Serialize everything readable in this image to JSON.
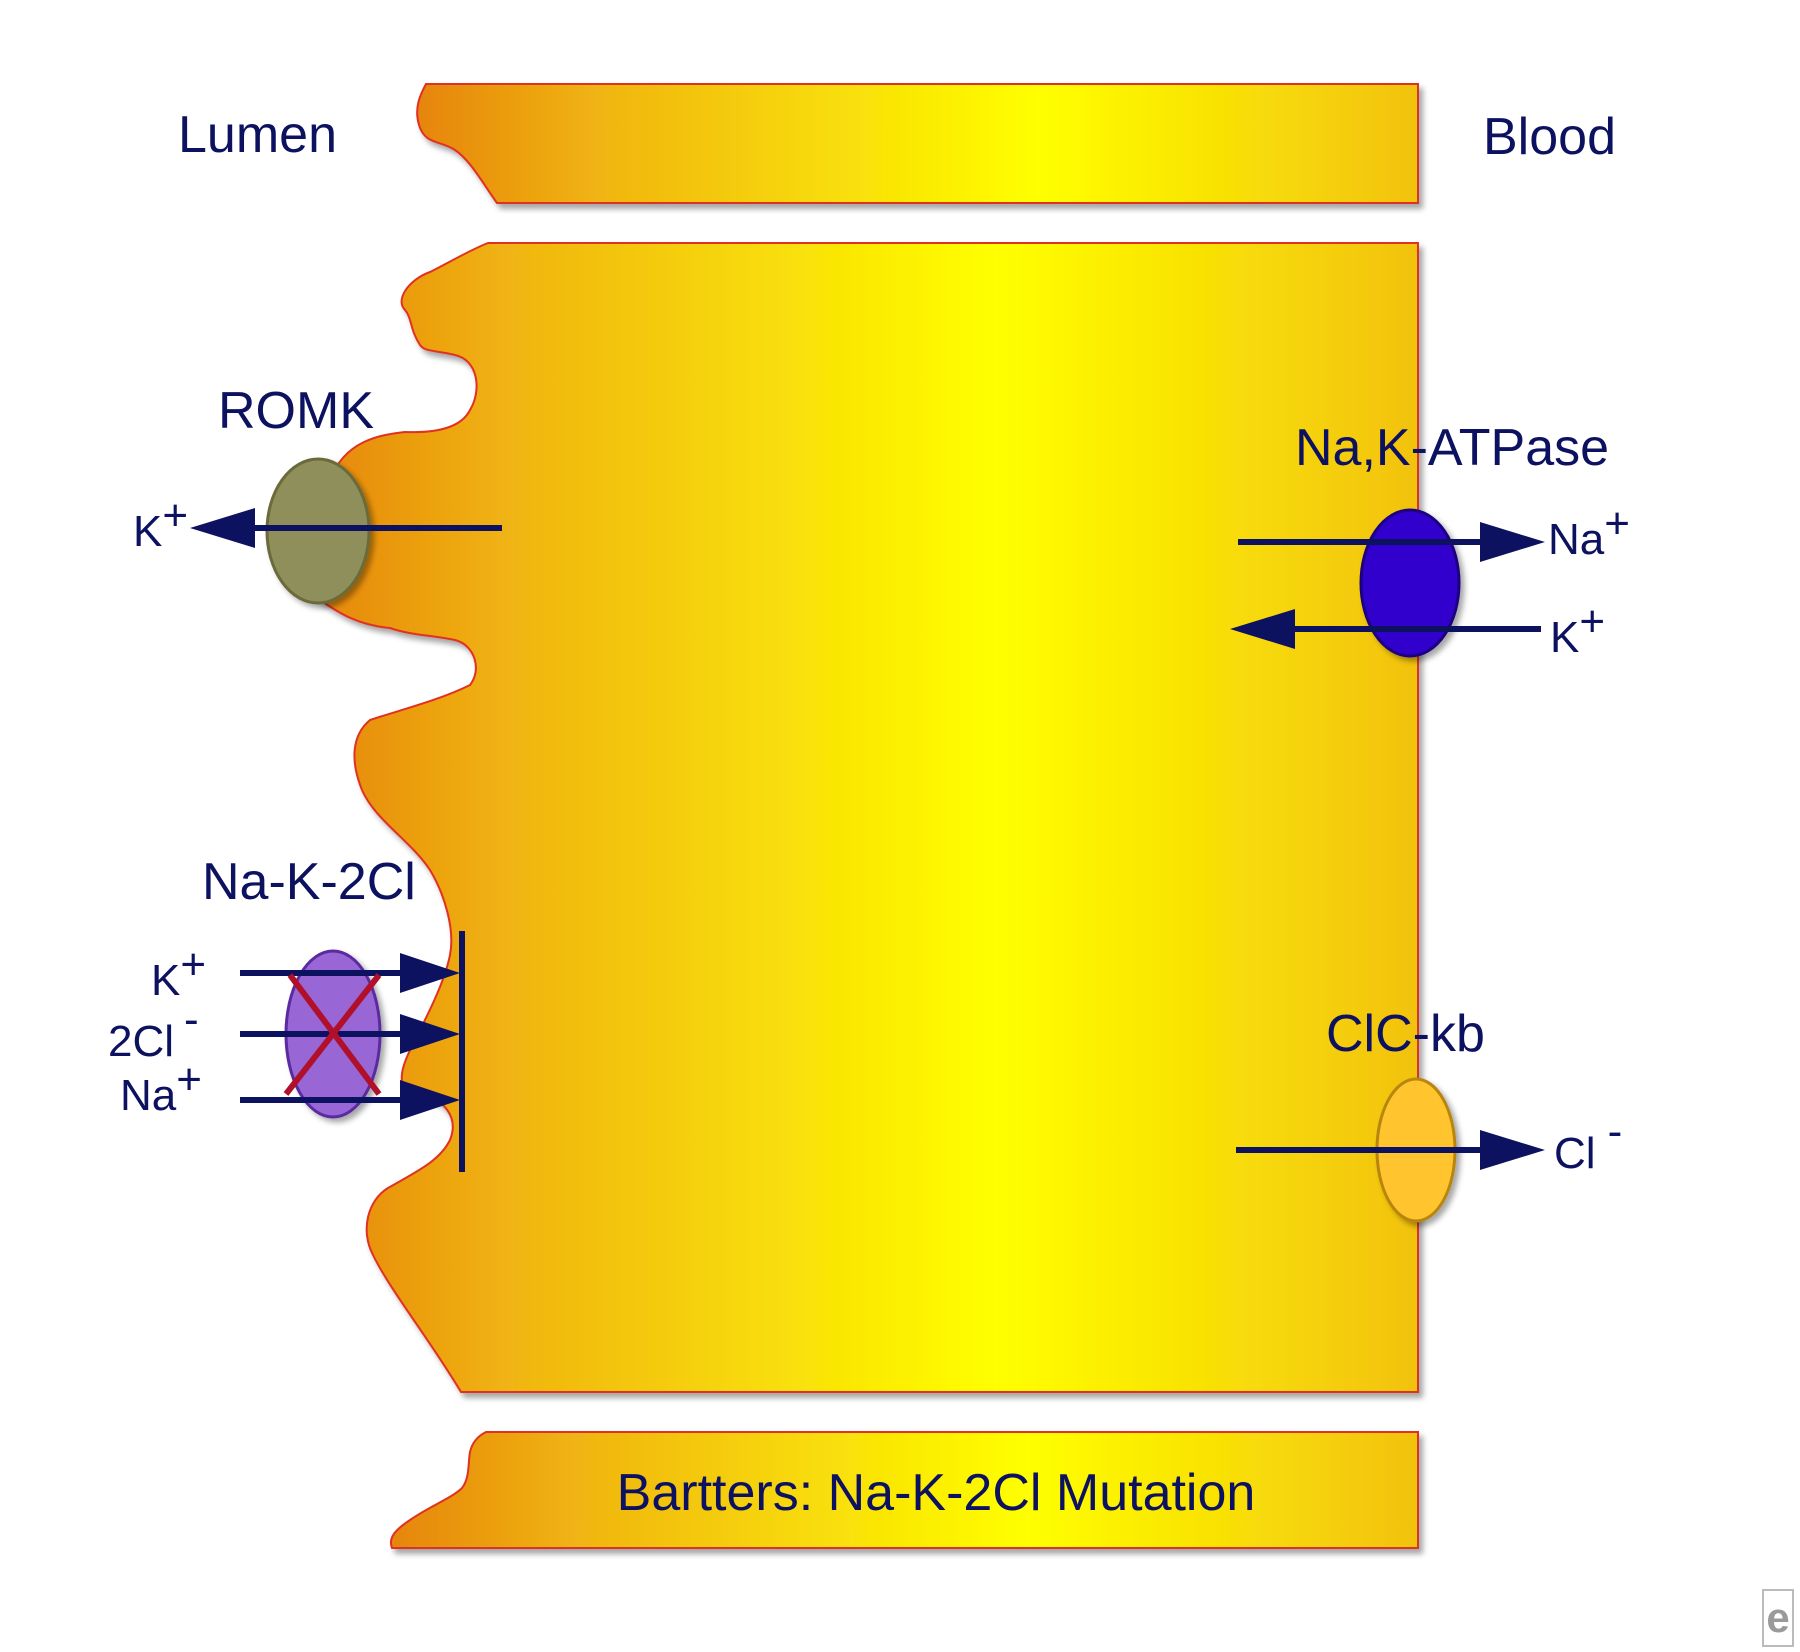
{
  "regions": {
    "lumen": "Lumen",
    "blood": "Blood"
  },
  "transporters": {
    "romk": "ROMK",
    "na_k_atpase": "Na,K-ATPase",
    "nkcc": "Na-K-2Cl",
    "clc_kb": "ClC-kb"
  },
  "ions": {
    "romk_k": {
      "base": "K",
      "charge": "+"
    },
    "atpase_na": {
      "base": "Na",
      "charge": "+"
    },
    "atpase_k": {
      "base": "K",
      "charge": "+"
    },
    "nkcc_k": {
      "base": "K",
      "charge": "+"
    },
    "nkcc_cl": {
      "base": "2Cl",
      "charge": "-"
    },
    "nkcc_na": {
      "base": "Na",
      "charge": "+"
    },
    "clc_cl": {
      "base": "Cl",
      "charge": "-"
    }
  },
  "caption": "Bartters: Na-K-2Cl Mutation",
  "watermark": "e",
  "colors": {
    "cell_edge": "#e07a10",
    "cell_center": "#ffff00",
    "cell_outline": "#e03020",
    "text": "#0d1260",
    "arrow": "#0d1260",
    "romk_channel": "#8f8f5c",
    "atpase_pump": "#3300cc",
    "nkcc_cotransporter": "#9966d6",
    "clc_channel": "#ffc42e",
    "mutation_cross": "#b0102a"
  }
}
